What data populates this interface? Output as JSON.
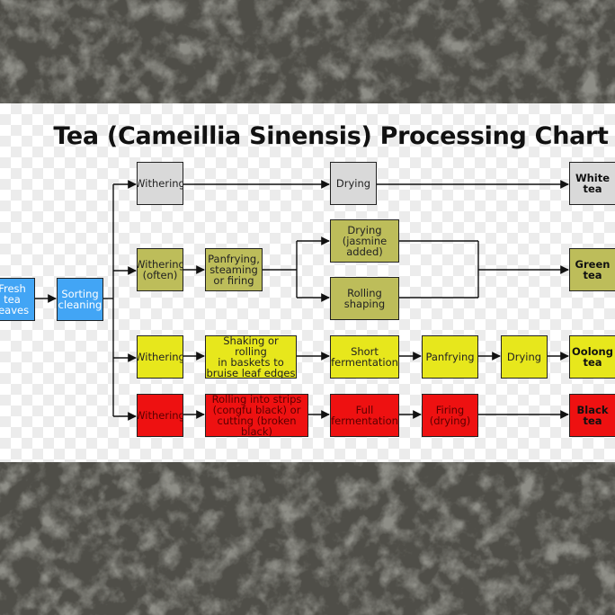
{
  "title": "Tea (Cameillia Sinensis) Processing Chart",
  "nodes": {
    "fresh": "Fresh tea\nleaves",
    "sorting": "Sorting\ncleaning",
    "wither_white": "Withering",
    "drying_white": "Drying",
    "white_tea": "White\ntea",
    "wither_green": "Withering\n(often)",
    "panfrying_green": "Panfrying,\nsteaming\nor firing",
    "drying_jasmine": "Drying\n(jasmine\nadded)",
    "rolling_shaping": "Rolling\nshaping",
    "green_tea": "Green\ntea",
    "wither_oolong": "Withering",
    "shaking": "Shaking or rolling\nin baskets to\nbruise leaf edges",
    "short_ferm": "Short\nfermentation",
    "panfrying_oolong": "Panfrying",
    "drying_oolong": "Drying",
    "oolong_tea": "Oolong\ntea",
    "wither_black": "Withering",
    "rolling_strips": "Rolling into strips\n(congfu black) or\ncutting (broken black)",
    "full_ferm": "Full\nfermentation",
    "firing": "Firing\n(drying)",
    "black_tea": "Black\ntea"
  },
  "colors": {
    "gray": "#d9d9d9",
    "blue": "#42a5f5",
    "olive": "#bdbd5a",
    "yellow": "#e7e71c",
    "red": "#ee1111"
  }
}
